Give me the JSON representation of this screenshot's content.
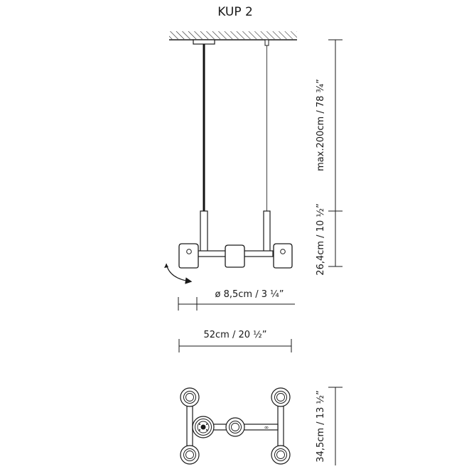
{
  "title": "KUP 2",
  "dimensions": {
    "height_max": "max.200cm / 78 ¾”",
    "height_body": "26,4cm / 10 ½”",
    "diameter": "ø 8,5cm / 3 ¼”",
    "width": "52cm / 20 ½”",
    "depth": "34,5cm / 13 ½”"
  }
}
